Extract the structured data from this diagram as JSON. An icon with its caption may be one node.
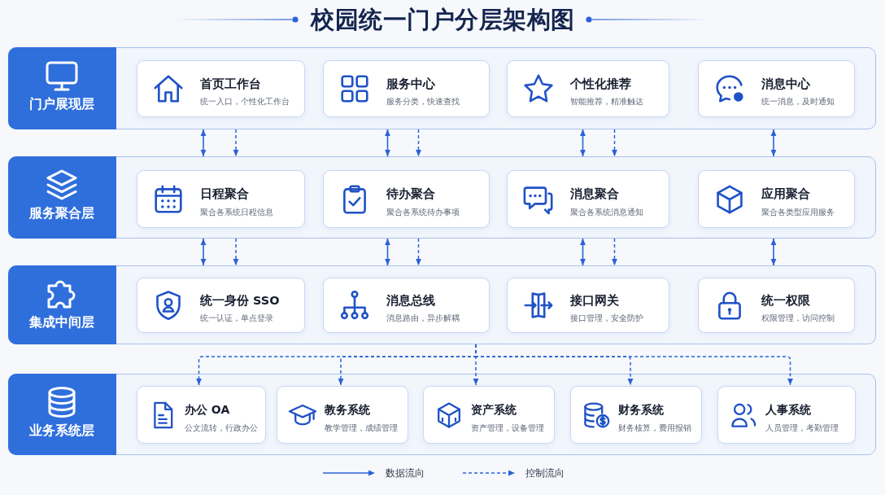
{
  "diagram": {
    "title": "校园统一门户分层架构图",
    "nodes": [
      {
        "text": [
          "门户展现层"
        ]
      },
      {
        "text": [
          "首页工作台",
          "统一入口，个性化工作台"
        ],
        "in": 0
      },
      {
        "text": [
          "服务中心",
          "服务分类，快速查找"
        ],
        "in": 0
      },
      {
        "text": [
          "个性化推荐",
          "智能推荐，精准触达"
        ],
        "in": 0
      },
      {
        "text": [
          "消息中心",
          "统一消息，及时通知"
        ],
        "in": 0
      },
      {
        "text": [
          "服务聚合层"
        ]
      },
      {
        "text": [
          "日程聚合",
          "聚合各系统日程信息"
        ],
        "in": 5
      },
      {
        "text": [
          "待办聚合",
          "聚合各系统待办事项"
        ],
        "in": 5
      },
      {
        "text": [
          "消息聚合",
          "聚合各系统消息通知"
        ],
        "in": 5
      },
      {
        "text": [
          "应用聚合",
          "聚合各类型应用服务"
        ],
        "in": 5
      },
      {
        "text": [
          "集成中间层"
        ]
      },
      {
        "text": [
          "统一身份 SSO",
          "统一认证，单点登录"
        ],
        "in": 10
      },
      {
        "text": [
          "消息总线",
          "消息路由，异步解耦"
        ],
        "in": 10
      },
      {
        "text": [
          "接口网关",
          "接口管理，安全防护"
        ],
        "in": 10
      },
      {
        "text": [
          "统一权限",
          "权限管理，访问控制"
        ],
        "in": 10
      },
      {
        "text": [
          "业务系统层"
        ]
      },
      {
        "text": [
          "办公 OA",
          "公文流转，行政办公"
        ],
        "in": 15
      },
      {
        "text": [
          "教务系统",
          "教学管理，成绩管理"
        ],
        "in": 15
      },
      {
        "text": [
          "资产系统",
          "资产管理，设备管理"
        ],
        "in": 15
      },
      {
        "text": [
          "财务系统",
          "财务核算，费用报销"
        ],
        "in": 15
      },
      {
        "text": [
          "人事系统",
          "人员管理，考勤管理"
        ],
        "in": 15
      }
    ],
    "edges": [
      {
        "from": 0,
        "to": 5,
        "arrow": "both"
      },
      {
        "from": 0,
        "to": 5,
        "arrow": "to",
        "style": "dashed"
      },
      {
        "from": 0,
        "to": 5,
        "arrow": "both"
      },
      {
        "from": 0,
        "to": 5,
        "arrow": "to",
        "style": "dashed"
      },
      {
        "from": 0,
        "to": 5,
        "arrow": "both"
      },
      {
        "from": 0,
        "to": 5,
        "arrow": "to",
        "style": "dashed"
      },
      {
        "from": 0,
        "to": 5,
        "arrow": "both"
      },
      {
        "from": 5,
        "to": 10,
        "arrow": "both"
      },
      {
        "from": 5,
        "to": 10,
        "arrow": "to",
        "style": "dashed"
      },
      {
        "from": 5,
        "to": 10,
        "arrow": "both"
      },
      {
        "from": 5,
        "to": 10,
        "arrow": "to",
        "style": "dashed"
      },
      {
        "from": 5,
        "to": 10,
        "arrow": "both"
      },
      {
        "from": 5,
        "to": 10,
        "arrow": "to",
        "style": "dashed"
      },
      {
        "from": 5,
        "to": 10,
        "arrow": "both"
      },
      {
        "from": 10,
        "to": 16,
        "arrow": "to",
        "style": "dashed"
      },
      {
        "from": 10,
        "to": 17,
        "arrow": "to",
        "style": "dashed"
      },
      {
        "from": 10,
        "to": 18,
        "arrow": "to",
        "style": "dashed"
      },
      {
        "from": 10,
        "to": 19,
        "arrow": "to",
        "style": "dashed"
      },
      {
        "from": 10,
        "to": 20,
        "arrow": "to",
        "style": "dashed"
      }
    ],
    "legend": [
      {
        "text": "数据流向"
      },
      {
        "text": "控制流向"
      }
    ]
  }
}
